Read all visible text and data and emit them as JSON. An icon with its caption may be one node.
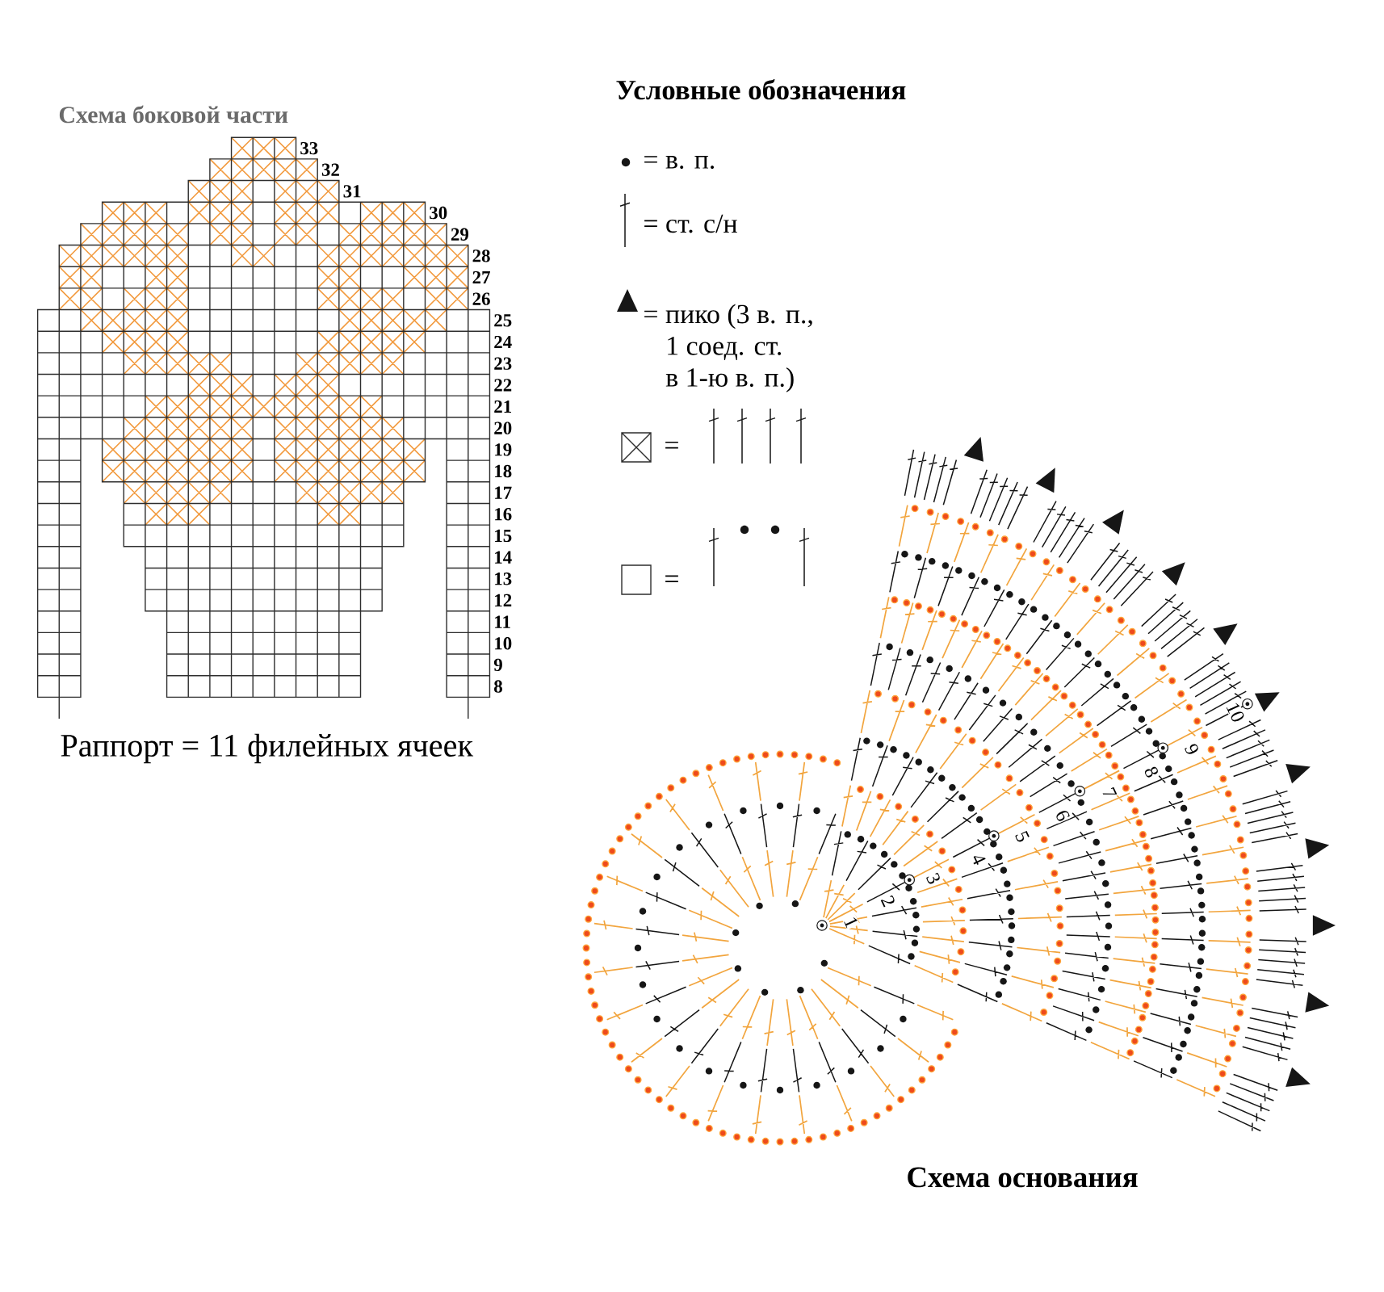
{
  "diagram": {
    "labels": [
      "Схема боковой части",
      "Условные обозначения",
      "33",
      "32",
      "31",
      "30",
      "29",
      "28",
      "27",
      "26",
      "25",
      "24",
      "23",
      "22",
      "21",
      "20",
      "19",
      "18",
      "17",
      "16",
      "15",
      "14",
      "13",
      "12",
      "11",
      "10",
      "9",
      "8",
      "Раппорт = 11 филейных ячеек",
      "1",
      "2",
      "3",
      "4",
      "5",
      "6",
      "7",
      "8",
      "9",
      "10",
      "Схема основания"
    ],
    "legend": [
      {
        "text": "= в. п."
      },
      {
        "text": "= ст. с/н"
      },
      {
        "text": "= пико (3 в. п., 1 соед. ст. в 1-ю в. п.)"
      },
      {
        "text": "="
      },
      {
        "text": "="
      }
    ]
  }
}
